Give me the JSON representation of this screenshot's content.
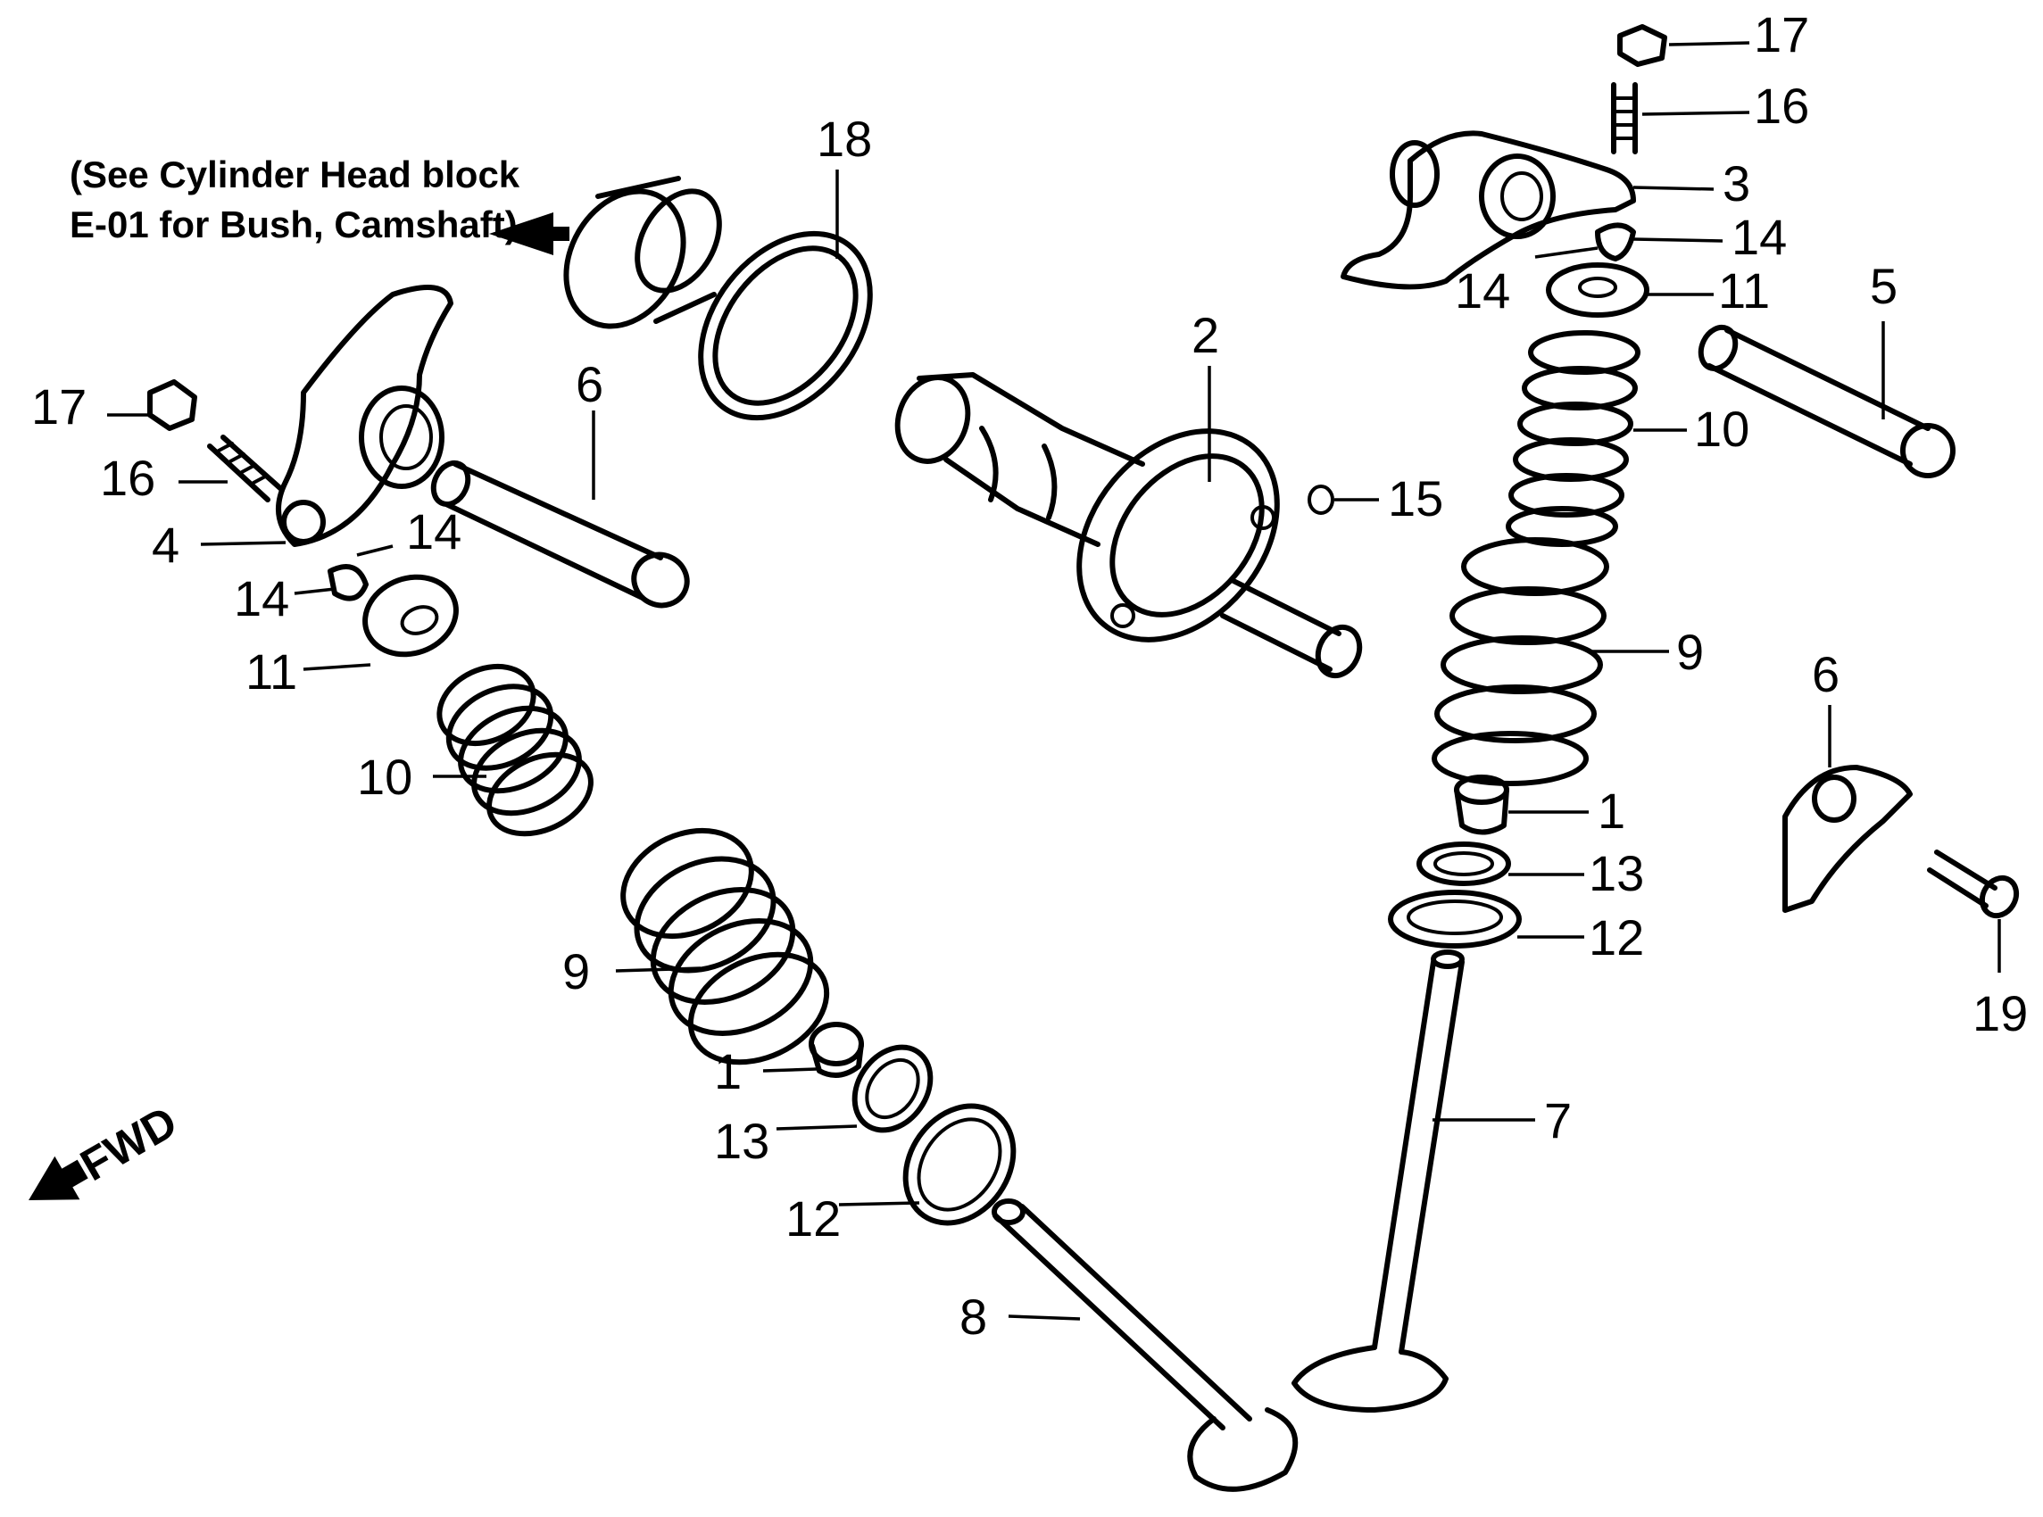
{
  "note": {
    "line1": "(See Cylinder Head block",
    "line2": "E-01 for Bush, Camshaft)"
  },
  "direction_label": "FWD",
  "callouts": {
    "c17_right": "17",
    "c16_right": "16",
    "c3": "3",
    "c14_right_a": "14",
    "c14_right_b": "14",
    "c11_right": "11",
    "c5": "5",
    "c10_right": "10",
    "c9_right": "9",
    "c1_right": "1",
    "c13_right": "13",
    "c12_right": "12",
    "c7": "7",
    "c6_right": "6",
    "c19": "19",
    "c18": "18",
    "c2": "2",
    "c15": "15",
    "c17_left": "17",
    "c16_left": "16",
    "c4": "4",
    "c6_left": "6",
    "c14_left_a": "14",
    "c14_left_b": "14",
    "c11_left": "11",
    "c10_left": "10",
    "c9_left": "9",
    "c1_left": "1",
    "c13_left": "13",
    "c12_left": "12",
    "c8": "8"
  }
}
